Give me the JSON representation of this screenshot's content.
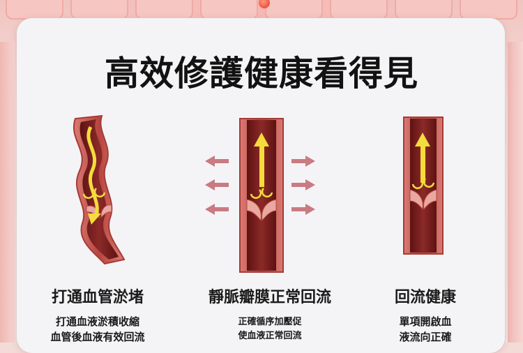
{
  "title": "高效修護健康看得見",
  "columns": [
    {
      "heading": "打通血管淤堵",
      "lines": [
        "打通血液淤積收縮",
        "血管後血液有效回流"
      ]
    },
    {
      "heading": "靜脈瓣膜正常回流",
      "lines": [
        "正確循序加壓促",
        "使血液正常回流"
      ]
    },
    {
      "heading": "回流健康",
      "lines": [
        "單項開啟血",
        "液流向正確"
      ]
    }
  ],
  "colors": {
    "vessel_outer": "#c0504a",
    "vessel_inner": "#7a1e1e",
    "arrow_yellow": "#f5dc3c",
    "pressure_arrow": "#c97a82"
  },
  "icons": [
    "up-arrow-icon",
    "curl-arrow-icon",
    "left-arrow-icon",
    "right-arrow-icon"
  ]
}
